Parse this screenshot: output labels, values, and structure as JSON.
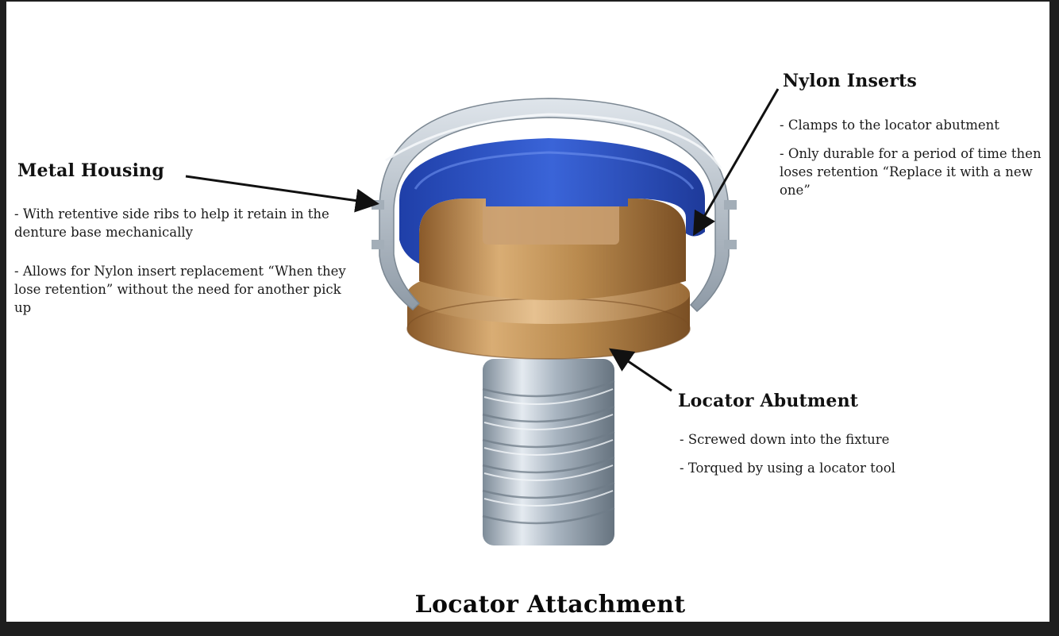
{
  "title": "Locator Attachment",
  "labels": {
    "metal_housing": {
      "heading": "Metal Housing",
      "points": [
        "- With retentive side ribs to help it retain in the denture base mechanically",
        "- Allows for Nylon insert replacement “When they lose retention” without the need for another pick up"
      ]
    },
    "nylon_inserts": {
      "heading": "Nylon Inserts",
      "points": [
        "- Clamps to the locator abutment",
        "- Only durable for a period of time then loses retention “Replace it with a new one”"
      ]
    },
    "locator_abutment": {
      "heading": "Locator Abutment",
      "points": [
        "- Screwed down into the fixture",
        "- Torqued by using a locator tool"
      ]
    }
  },
  "colors": {
    "nylon_blue": "#2f57c8",
    "bronze": "#b98a4e",
    "steel": "#c3ccd6",
    "arrow": "#111111"
  }
}
